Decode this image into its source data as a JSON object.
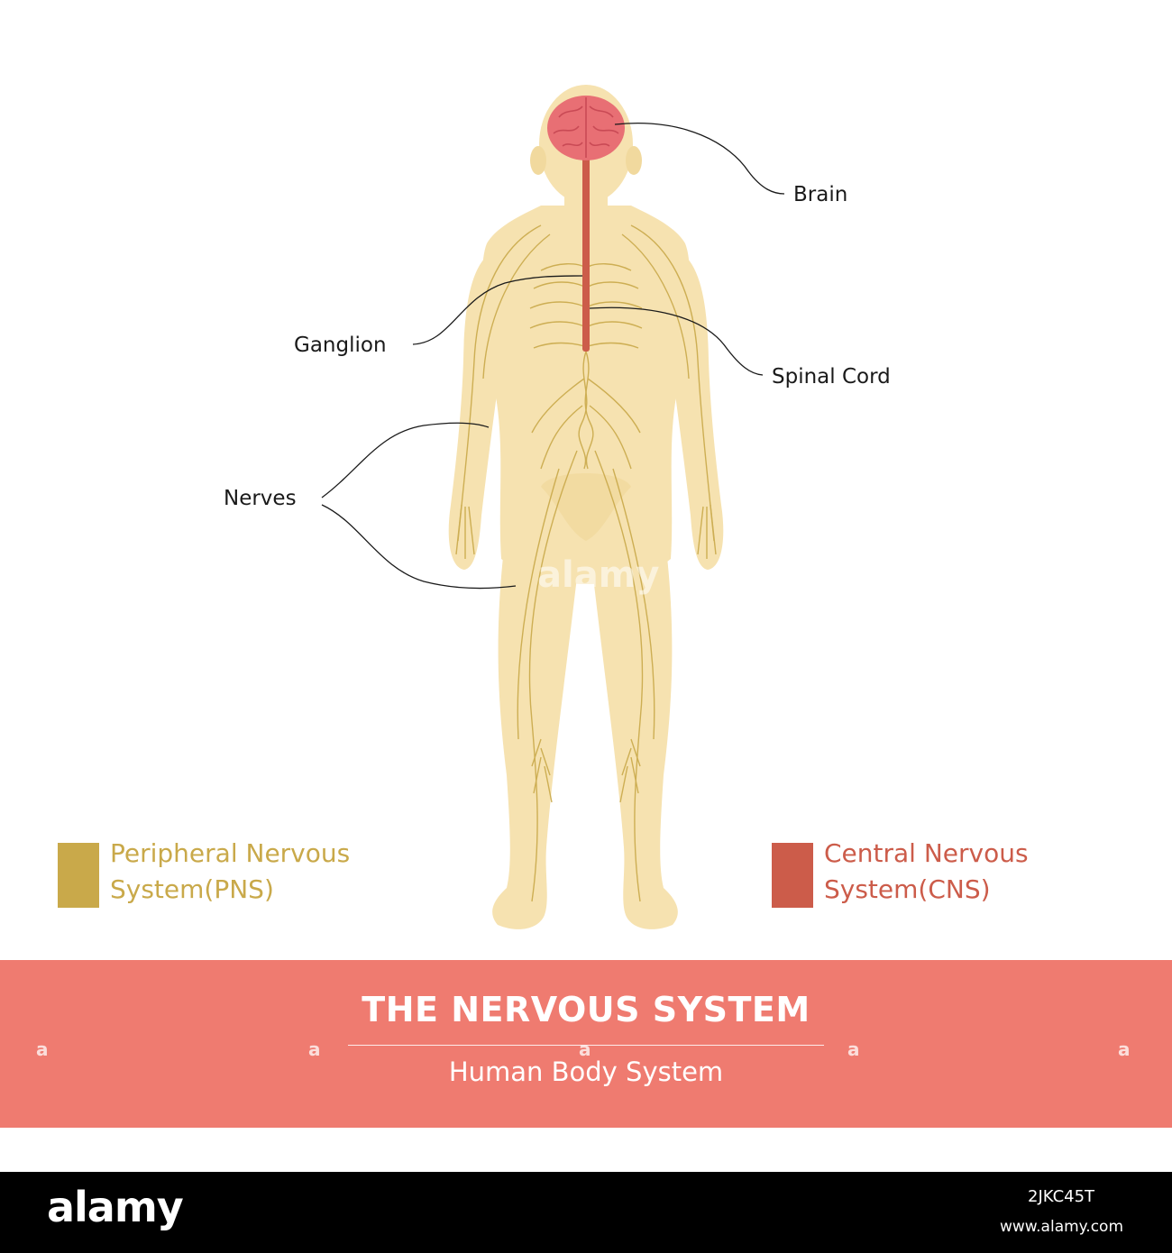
{
  "labels": {
    "brain": "Brain",
    "ganglion": "Ganglion",
    "spinal_cord": "Spinal Cord",
    "nerves": "Nerves"
  },
  "legend": {
    "pns": {
      "line1": "Peripheral Nervous",
      "line2": "System(PNS)",
      "color": "#c9a94a"
    },
    "cns": {
      "line1": "Central Nervous",
      "line2": "System(CNS)",
      "color": "#cc5c4a"
    }
  },
  "banner": {
    "title": "THE NERVOUS SYSTEM",
    "subtitle": "Human Body System",
    "color": "#ef7b70"
  },
  "watermark": {
    "text": "alamy",
    "glyph": "a"
  },
  "footer": {
    "logo": "alamy",
    "image_code": "2JKC45T",
    "url": "www.alamy.com"
  },
  "colors": {
    "body_fill": "#f6e2b0",
    "body_inner": "#f1d99e",
    "nerve_line": "#c9a94a",
    "brain": "#e86f74",
    "spinal_cord": "#cc5c4a",
    "leader_line": "#1a1a1a"
  }
}
